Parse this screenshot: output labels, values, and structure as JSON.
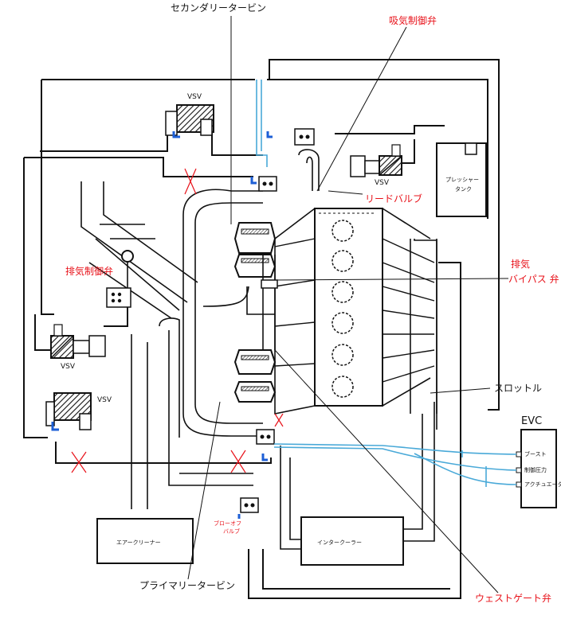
{
  "labels": {
    "secondary_turbine": "セカンダリータービン",
    "primary_turbine": "プライマリータービン",
    "intake_control_valve": "吸気制御弁",
    "reed_valve": "リードバルブ",
    "exhaust_control_valve": "排気制御弁",
    "exhaust_bypass_line1": "排気",
    "exhaust_bypass_line2": "バイパス 弁",
    "throttle": "スロットル",
    "wastegate_valve": "ウェストゲート弁",
    "pressure_tank_line1": "プレッシャー",
    "pressure_tank_line2": "タンク",
    "air_cleaner": "エアークリーナー",
    "intercooler": "インタークーラー",
    "blowoff_line1": "ブローオフ",
    "blowoff_line2": "バルブ",
    "vsv": "VSV"
  },
  "evc": {
    "title": "EVC",
    "ports": [
      "ブースト",
      "制御圧力",
      "アクチュエーター"
    ]
  },
  "colors": {
    "callout_red": "#e8121a",
    "line_black": "#111111",
    "signal_blue": "#49a9d8",
    "vsv_port_blue": "#1d5fd6"
  },
  "icons": [
    "vsv-solenoid-icon",
    "check-valve-icon",
    "cross-mark-icon",
    "turbine-icon",
    "cylinder-icon"
  ]
}
